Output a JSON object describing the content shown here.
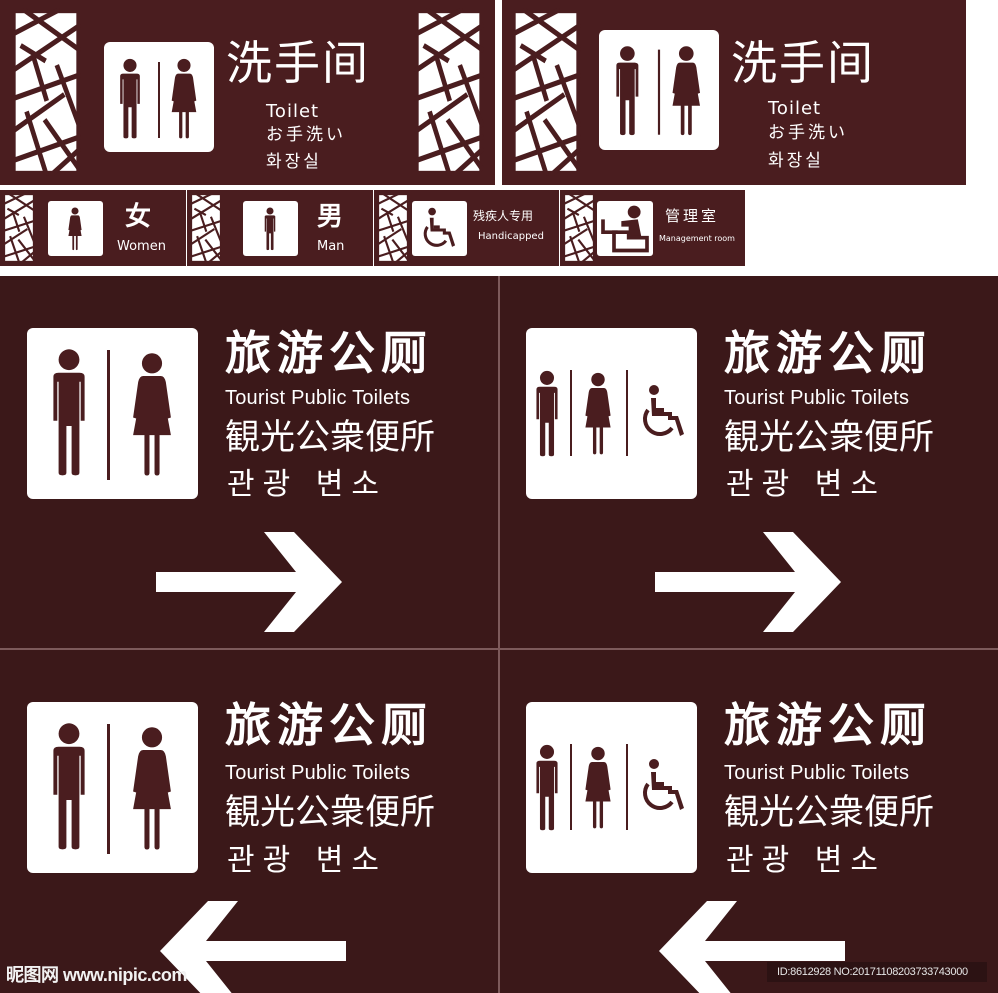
{
  "colors": {
    "sign_brown": "#4a1d1f",
    "panel_brown": "#3b1819",
    "white": "#ffffff",
    "separator": "#7d5a5b"
  },
  "top_signs": [
    {
      "title_zh": "洗手间",
      "title_en": "Toilet",
      "title_ja": "お手洗い",
      "title_ko": "화장실",
      "pictogram": "man-woman-icon"
    },
    {
      "title_zh": "洗手间",
      "title_en": "Toilet",
      "title_ja": "お手洗い",
      "title_ko": "화장실",
      "pictogram": "man-woman-icon"
    }
  ],
  "small_signs": [
    {
      "title_zh": "女",
      "title_en": "Women",
      "pictogram": "woman-icon"
    },
    {
      "title_zh": "男",
      "title_en": "Man",
      "pictogram": "man-icon"
    },
    {
      "title_zh": "残疾人专用",
      "title_en": "Handicapped",
      "pictogram": "wheelchair-icon"
    },
    {
      "title_zh": "管理室",
      "title_en": "Management room",
      "pictogram": "management-desk-icon"
    }
  ],
  "panels": [
    {
      "title_zh": "旅游公厕",
      "title_en": "Tourist Public Toilets",
      "title_ja": "観光公衆便所",
      "title_ko": "관광 변소",
      "pictogram": "man-woman-icon",
      "arrow": "right"
    },
    {
      "title_zh": "旅游公厕",
      "title_en": "Tourist Public Toilets",
      "title_ja": "観光公衆便所",
      "title_ko": "관광 변소",
      "pictogram": "man-woman-wheelchair-icon",
      "arrow": "right"
    },
    {
      "title_zh": "旅游公厕",
      "title_en": "Tourist Public Toilets",
      "title_ja": "観光公衆便所",
      "title_ko": "관광 변소",
      "pictogram": "man-woman-icon",
      "arrow": "left"
    },
    {
      "title_zh": "旅游公厕",
      "title_en": "Tourist Public Toilets",
      "title_ja": "観光公衆便所",
      "title_ko": "관광 변소",
      "pictogram": "man-woman-wheelchair-icon",
      "arrow": "left"
    }
  ],
  "watermark": {
    "text": "昵图网 www.nipic.com",
    "id_text": "ID:8612928 NO:20171108203733743000"
  }
}
